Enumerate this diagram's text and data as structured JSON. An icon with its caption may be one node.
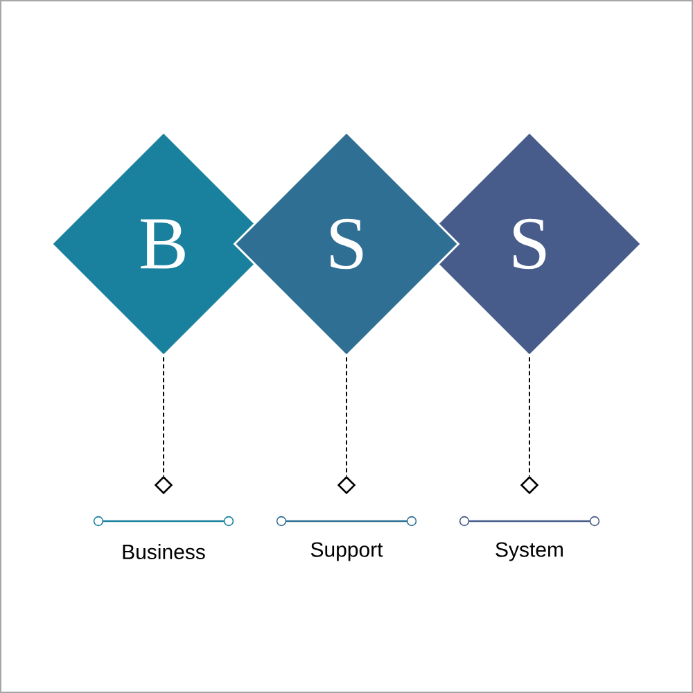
{
  "diagram": {
    "nodes": [
      {
        "text": [
          "B"
        ]
      },
      {
        "text": [
          "S"
        ]
      },
      {
        "text": [
          "S"
        ]
      },
      {
        "text": [],
        "shape": "diamond"
      },
      {
        "text": [],
        "shape": "diamond"
      },
      {
        "text": [],
        "shape": "diamond"
      }
    ],
    "edges": [
      {
        "from": 0,
        "to": 3,
        "arrow": "none",
        "style": "dashed"
      },
      {
        "from": 1,
        "to": 4,
        "arrow": "none",
        "style": "dashed"
      },
      {
        "from": 2,
        "to": 5,
        "arrow": "none",
        "style": "dashed"
      }
    ],
    "labels": [
      "Business",
      "Support",
      "System"
    ]
  }
}
